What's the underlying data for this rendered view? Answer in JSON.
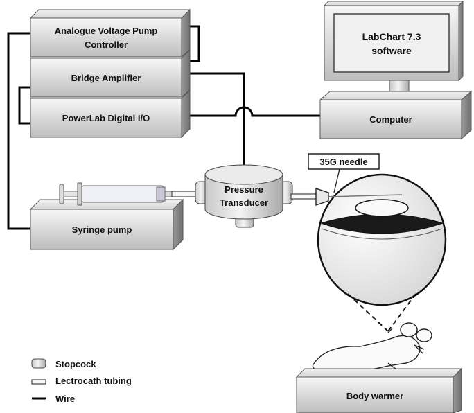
{
  "devices": {
    "pump_controller": {
      "line1": "Analogue Voltage Pump",
      "line2": "Controller"
    },
    "bridge_amplifier": {
      "label": "Bridge Amplifier"
    },
    "powerlab": {
      "label": "PowerLab Digital I/O"
    },
    "syringe_pump": {
      "label": "Syringe pump"
    },
    "computer": {
      "label": "Computer"
    },
    "monitor": {
      "line1": "LabChart 7.3",
      "line2": "software"
    },
    "transducer": {
      "line1": "Pressure",
      "line2": "Transducer"
    },
    "needle": {
      "label": "35G needle"
    },
    "body_warmer": {
      "label": "Body warmer"
    }
  },
  "legend": {
    "stopcock": "Stopcock",
    "tubing": "Lectrocath tubing",
    "wire": "Wire"
  },
  "colors": {
    "box_light": "#f2f2f2",
    "box_dark": "#b8b8b8",
    "wire": "#000000"
  }
}
